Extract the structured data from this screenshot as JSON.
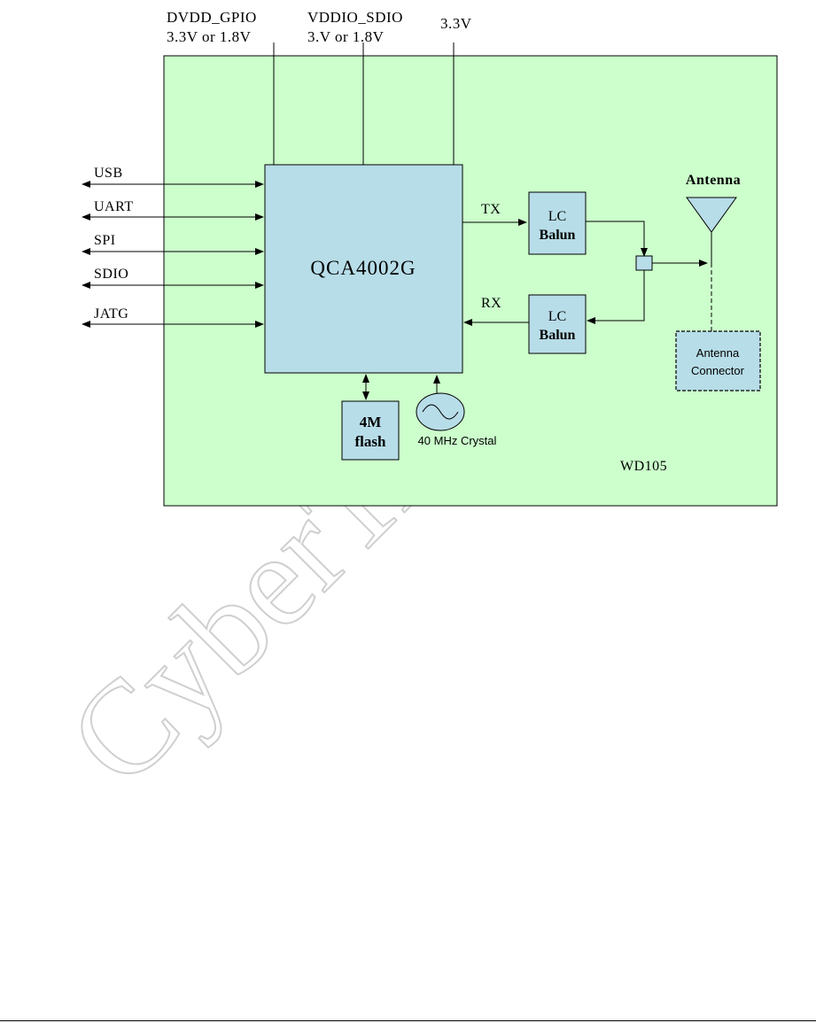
{
  "power_rails": {
    "dvdd_gpio": {
      "name": "DVDD_GPIO",
      "voltage": "3.3V or 1.8V"
    },
    "vddio_sdio": {
      "name": "VDDIO_SDIO",
      "voltage": "3.V or 1.8V"
    },
    "vdd": {
      "voltage": "3.3V"
    }
  },
  "interfaces": [
    "USB",
    "UART",
    "SPI",
    "SDIO",
    "JATG"
  ],
  "chip": {
    "label": "QCA4002G"
  },
  "tx_label": "TX",
  "rx_label": "RX",
  "balun_tx": {
    "line1": "LC",
    "line2": "Balun"
  },
  "balun_rx": {
    "line1": "LC",
    "line2": "Balun"
  },
  "antenna": {
    "label": "Antenna"
  },
  "antenna_connector": {
    "line1": "Antenna",
    "line2": "Connector"
  },
  "flash": {
    "line1": "4M",
    "line2": "flash"
  },
  "crystal": {
    "label": "40 MHz Crystal"
  },
  "module_name": "WD105",
  "watermark": "CyberTAN C",
  "colors": {
    "module_fill": "#ccffcc",
    "block_fill": "#b7dde8",
    "line": "#000000",
    "watermark": "#d4d4d4"
  }
}
